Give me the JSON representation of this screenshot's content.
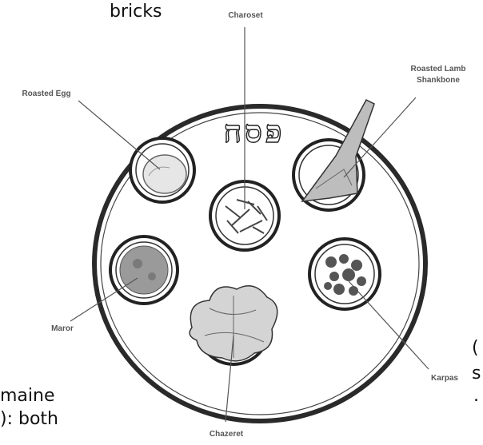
{
  "overlay_text": {
    "top": "bricks",
    "bottom_left_1": "maine",
    "bottom_left_2": "): both",
    "right_cut_1": "(",
    "right_cut_2": "s",
    "right_cut_3": "."
  },
  "plate": {
    "hebrew_title": "פסח"
  },
  "labels": {
    "charoset": "Charoset",
    "roasted_egg": "Roasted Egg",
    "shankbone_1": "Roasted Lamb",
    "shankbone_2": "Shankbone",
    "maror": "Maror",
    "karpas": "Karpas",
    "chazeret": "Chazeret"
  }
}
